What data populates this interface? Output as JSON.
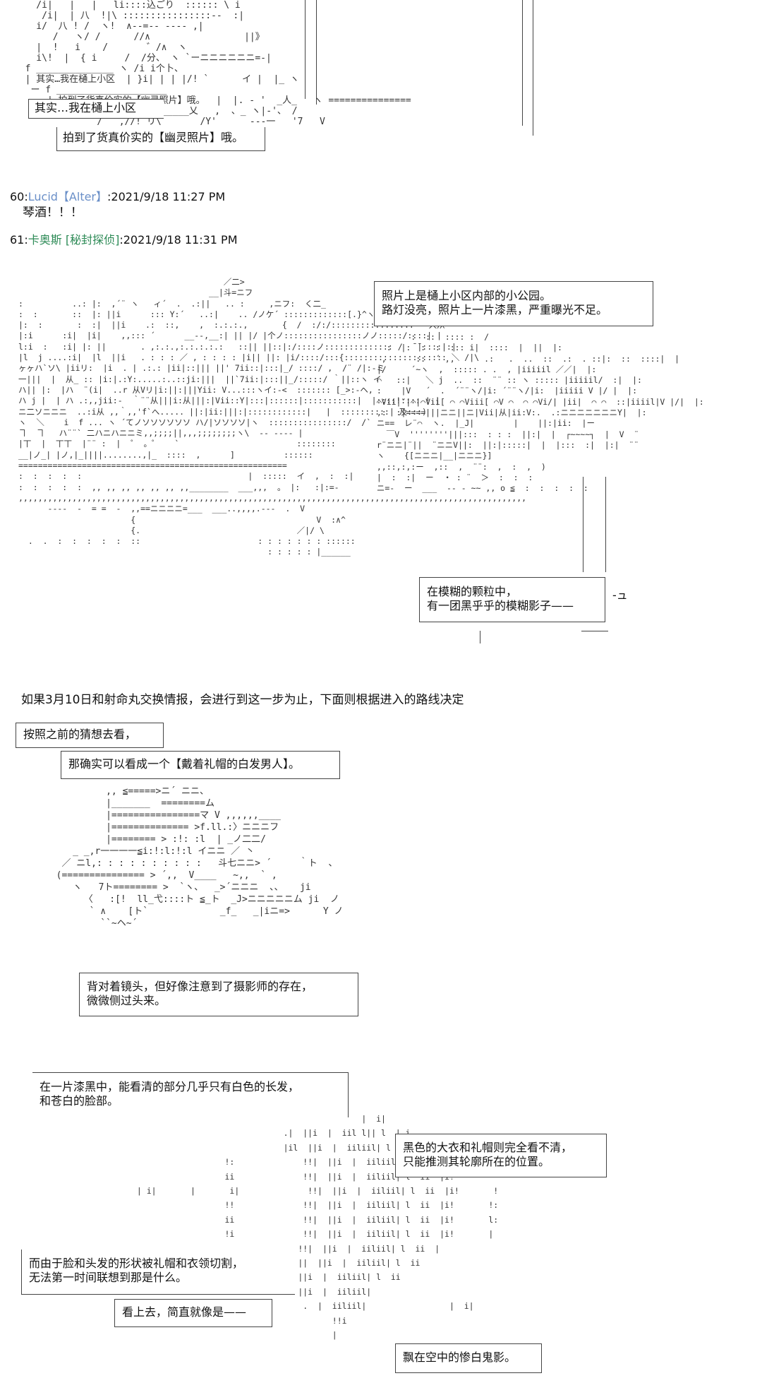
{
  "top_art": [
    "    /i|   |   |   li::::込ごり  :::::: \\ i",
    "     /i|  | 八  !|\\ ::::::::::::::::--  :|",
    "    i/  八 ! /  ヽ!  ∧--=-- ---- ,|",
    "       /   ヽ/ /      //∧                 ||》",
    "    |  !   i    /       ゛/∧  ヽ",
    "    i\\!  |  { i     /  /分、 ヽ `ーニニニニニニ=-|",
    "  f ______________ ヽ /i i个卜、",
    "  | 其实…我在樋上小区  | }i| | | |/! `      イ |  |_ ヽ",
    "   ー f ____________________",
    "      | 拍到了货真价实的【幽灵照片】哦。  |  |. - '  _人_   ヽ ===============",
    "      ゝ________________________乂   ,  、_ ヽ|-'、 /",
    "               /   ,//! リ\\       /Y'      ---一   '7   V"
  ],
  "top_bubbles": [
    {
      "text": "其实…我在樋上小区"
    },
    {
      "text": "拍到了货真价实的【幽灵照片】哦。"
    }
  ],
  "post60": {
    "number": "60:",
    "name": "Lucid",
    "trip": "【Alter】",
    "time": ":2021/9/18 11:27 PM",
    "body": "琴酒！！！"
  },
  "post61": {
    "number": "61:",
    "name": "卡奥斯 [秘封探侦]",
    "time": ":2021/9/18 11:31 PM"
  },
  "park_art": [
    "                                          ／二>",
    "                                       __|斗=ニフ",
    ":          ..: |:  ,´¨ ヽ   ィ´  .  .:||   .. :     ,ニフ:  く二_",
    ":  :       ::  |: ||i      ::: Y:´   ..:|    .. /ノケ´ :::::::::::::[.}^ヽ",
    "|:  :       :  :|  ||i    .:  ::,    ,  :.:.:.,       {  /  :/:/::::::::::::::::: ` 人从",
    "|:i      :i|  |i|    ,,::: ´      __--,__:| || |/ |个ノ::::::::::::::::ノノ:::::/::::| |",
    "l:i  :   :i| |: ||       . ,:.:.,:.:.:.:.:   ::|| ||::|:/::::ノ:::::::::::::: /  ̄ ̄|::::|:|",
    "|l  j ....:i|  |l  ||i   . : : : ／ , : : : : |i|| ||: |i/::::/:::{::::::::::::::::::::: ＼ /|\\",
    "ヶヶハ`ソ\\ |iiリ:  |i  . | .:.: |ii|::||| ||' 7ii::|:::|_/ ::::/ ,  /¨ /|:-ミ",
    "一|||  |  从_ :: |i:|.:Y:.....:..::ji:|||  ||`7ii:|:::||_/:::::/ ｀||::ヽ イ",
    "ハ|| |:  |ハ  ¨(i|  ..r 从Vリ|i:||:|||Yii: V...:::ヽイ:-<  ::::::: [_>:-ヘ,",
    "ハ j |  | ハ .:,,jii:-  ｀¨¨从|||i:从|||:|Vii::Y|:::|::::::|:::::::::::|  |::::!:::: ! |",
    "ニ二ソニニニ  ..:i从 ,,｀,,'f`へ..... ||:|ii:|||:|::::::::::::|   |  ::::::::::| 及:::)",
    "ヽ  ＼    i  f ... ヽ ´てノソソソソソソ ハ/|ソソソソ|ヽ  ::::::::::::::::/  /`",
    "ヿ  ヿ   ハ¨¨` 二ハニハニニミ,,;;;;||,,,;;;;;;;;ヽ\\  -- ---- |",
    "|丅  |  丅丅  |¨¨ :  |  ゜ 。゜   `                        ::::::::",
    "__|ノ_| |ノ,|_||||........,|_  ::::  ,      ]          ::::::",
    "=======================================================",
    ":  :  :  :  :                                  |  :::::  イ  ,  :  :|",
    ":  :  :  :  :  ,, ,, ,, ,, ,, ,, ,,________  ___,,,  。 |:   :|:=-",
    ",,,,,,,,,,,,,,,,,,,,,,,,,,,,,,,,,,,,,,,,,,,,,,,,,,,,,,,,,,,,,,,,,,,,,,,,,,,,,,,,,,,,,,,,,,,,,,,,,,,,,,,,",
    "      ----  -  = =  -  ,,==ニニニニ=___  ___..,,,,.---  .  V",
    "                       {                                     V  :∧^",
    "                       {.                                ／|/ \\",
    "  .  .  :  :  :  :  :  ::                        : : : : : : : ::::::",
    "                                                   : : : : : |______"
  ],
  "park_right_art": [
    "         :  ::  :::: :  /",
    "    :  |:  :  :  ::: i|  ::::  |  ||  |:",
    "   ,      ::  ´ ,,      .:   .  ..  ::  .:  . ::|:  ::  ::::|  |",
    "  |/     ´~ヽ  ,  ::::: . .  , |iiiiil ／／|  |:",
    "  ⌒   ::|   ＼ j  ..  ::  ¨¨ :: ヽ ::::: |iiiiil/  :|  |:",
    "  :    |V   ´  .  ´¨¨ヽ/|i: ´¨¨ヽ/|i:  |iiiii V |/ |  |:",
    "  ⌒Vii|¨|⌒|⌒Vii[ ⌒ ⌒Viii[ ⌒V ⌒  ⌒ ⌒Vi/| |ii|  ⌒ ⌒  ::|iiiil|V |/|  |:",
    "  ,:  :|====|||ニニ||ニ|Vii|从|ii:V:.  .:ニニニニニニニY|  |:",
    "  ニ==  レ¨⌒  ヽ.  |_J|        |    ||:|ii:  |ー",
    "    ￣V  ''''''''|||:::  : : :  ||:|  |  ┌~~~~┐  |  V  ¨",
    "  r¨ニニ|¨||  ¨ニニV||:  ||:|:::::|  |  |:::  :|  |:|  ¨¨",
    "  ヽ    {[ニニニ|__|ニニニ}]",
    "  ,,::,:,:ー  ,::  ,  ¨¨:  ,  :  ,  )",
    "  |  :  :|  ー  ・ : ¨  ＞  :  :  :",
    "  ニ=-  ー  ___  -- - ~~ ,, o ≦  :  :  :  :  :"
  ],
  "park_bubbles": [
    {
      "lines": [
        "照片上是樋上小区内部的小公园。",
        "路灯没亮，照片上一片漆黑，严重曝光不足。"
      ]
    },
    {
      "lines": [
        "在模糊的颗粒中，",
        "有一团黑乎乎的模糊影子——"
      ]
    }
  ],
  "park_suffix": "-ュ",
  "narration": "如果3月10日和射命丸交换情报，会进行到这一步为止，下面则根据进入的路线决定",
  "bubble_guess": "按照之前的猜想去看，",
  "bubble_man": "那确实可以看成一个【戴着礼帽的白发男人】。",
  "man_art": [
    "           ,, ≦=====>ニ´ ニニ、",
    "           |_______  ========ム",
    "           |================マ V ,,,,,,____",
    "           |============== >f.ll.:〉ニニニフ",
    "           |======== > :!: :l  | _ノ二二/",
    "     _ _,r一一一一≦i:!:l:!:l イニニ ／ 丶",
    "   ／ ニl,: : : : : : : : : :   斗七ニニ> ´     ｀ト  、",
    "  (=============== > ´,,  V____   ~,,  ` ,",
    "     ヽ   7ト======== >  `ヽ、  _>´ニニニ  、、   ji",
    "       〈   :[!  ll_弋::::ト ≦_ト  _J>ニニニニニム ji  ノ",
    "        ` ∧    [ト`             _f_   _|iニ=>      Y ノ",
    "          ``~ヘ~´"
  ],
  "bubble_back": [
    "背对着镜头，但好像注意到了摄影师的存在，",
    "微微侧过头来。"
  ],
  "bubble_dark": [
    "在一片漆黑中，能看清的部分几乎只有白色的长发，",
    "和苍白的脸部。"
  ],
  "hair_art": [
    "                                                                          |  i|",
    "                                                          .|  ||i  |  iil l|| l  | i",
    "                                                          |il  ||i  |  iiliil| l  ii  |",
    "                                              !:              !!|  ||i  |  iiliil| l  ii  |i!",
    "                                              ii              !!|  ||i  |  iiliil| l  ii  |i!",
    "                            | i|       |       i|              !!|  ||i  |  iiliil| l  ii  |i!       !",
    "                                              !!              !!|  ||i  |  iiliil| l  ii  |i!       !:",
    "                                              ii              !!|  ||i  |  iiliil| l  ii  |i!       l:",
    "                                              !i              !!|  ||i  |  iiliil| l  ii  |i!       |",
    "                                                             !!|  ||i  |  iiliil| l  ii  |",
    "                                                             ||  ||i  |  iiliil| l  ii",
    "                                                             ||i  |  iiliil| l  ii",
    "                                                             ||i  |  iiliil|",
    "                                                              .  |  iiliil|                 |  i|",
    "                                                                    !!i",
    "                                                                    |"
  ],
  "bubble_black": [
    "黑色的大衣和礼帽则完全看不清，",
    "只能推测其轮廓所在的位置。"
  ],
  "bubble_cut": [
    "而由于脸和头发的形状被礼帽和衣领切割，",
    "无法第一时间联想到那是什么。"
  ],
  "bubble_look": "看上去，简直就像是——",
  "bubble_ghost": "飘在空中的惨白鬼影。"
}
